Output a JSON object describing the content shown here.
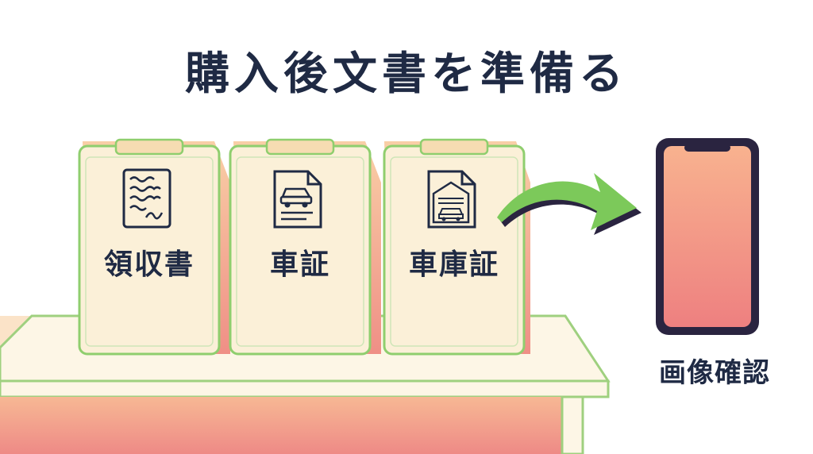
{
  "title": "購入後文書を準備る",
  "documents": [
    {
      "label": "領収書",
      "icon": "receipt-icon"
    },
    {
      "label": "車証",
      "icon": "car-document-icon"
    },
    {
      "label": "車庫証",
      "icon": "garage-document-icon"
    }
  ],
  "phone": {
    "label": "画像確認",
    "icon": "smartphone-icon"
  },
  "arrow": {
    "icon": "curved-arrow-icon"
  },
  "colors": {
    "title": "#1f2a44",
    "card_fill": "#fbf0d8",
    "card_border": "#8fce6e",
    "card_back": "#f4a883",
    "arrow": "#7cc95a",
    "phone_frame": "#2a2440",
    "phone_screen_top": "#f8b28f",
    "phone_screen_bottom": "#ee8080"
  }
}
